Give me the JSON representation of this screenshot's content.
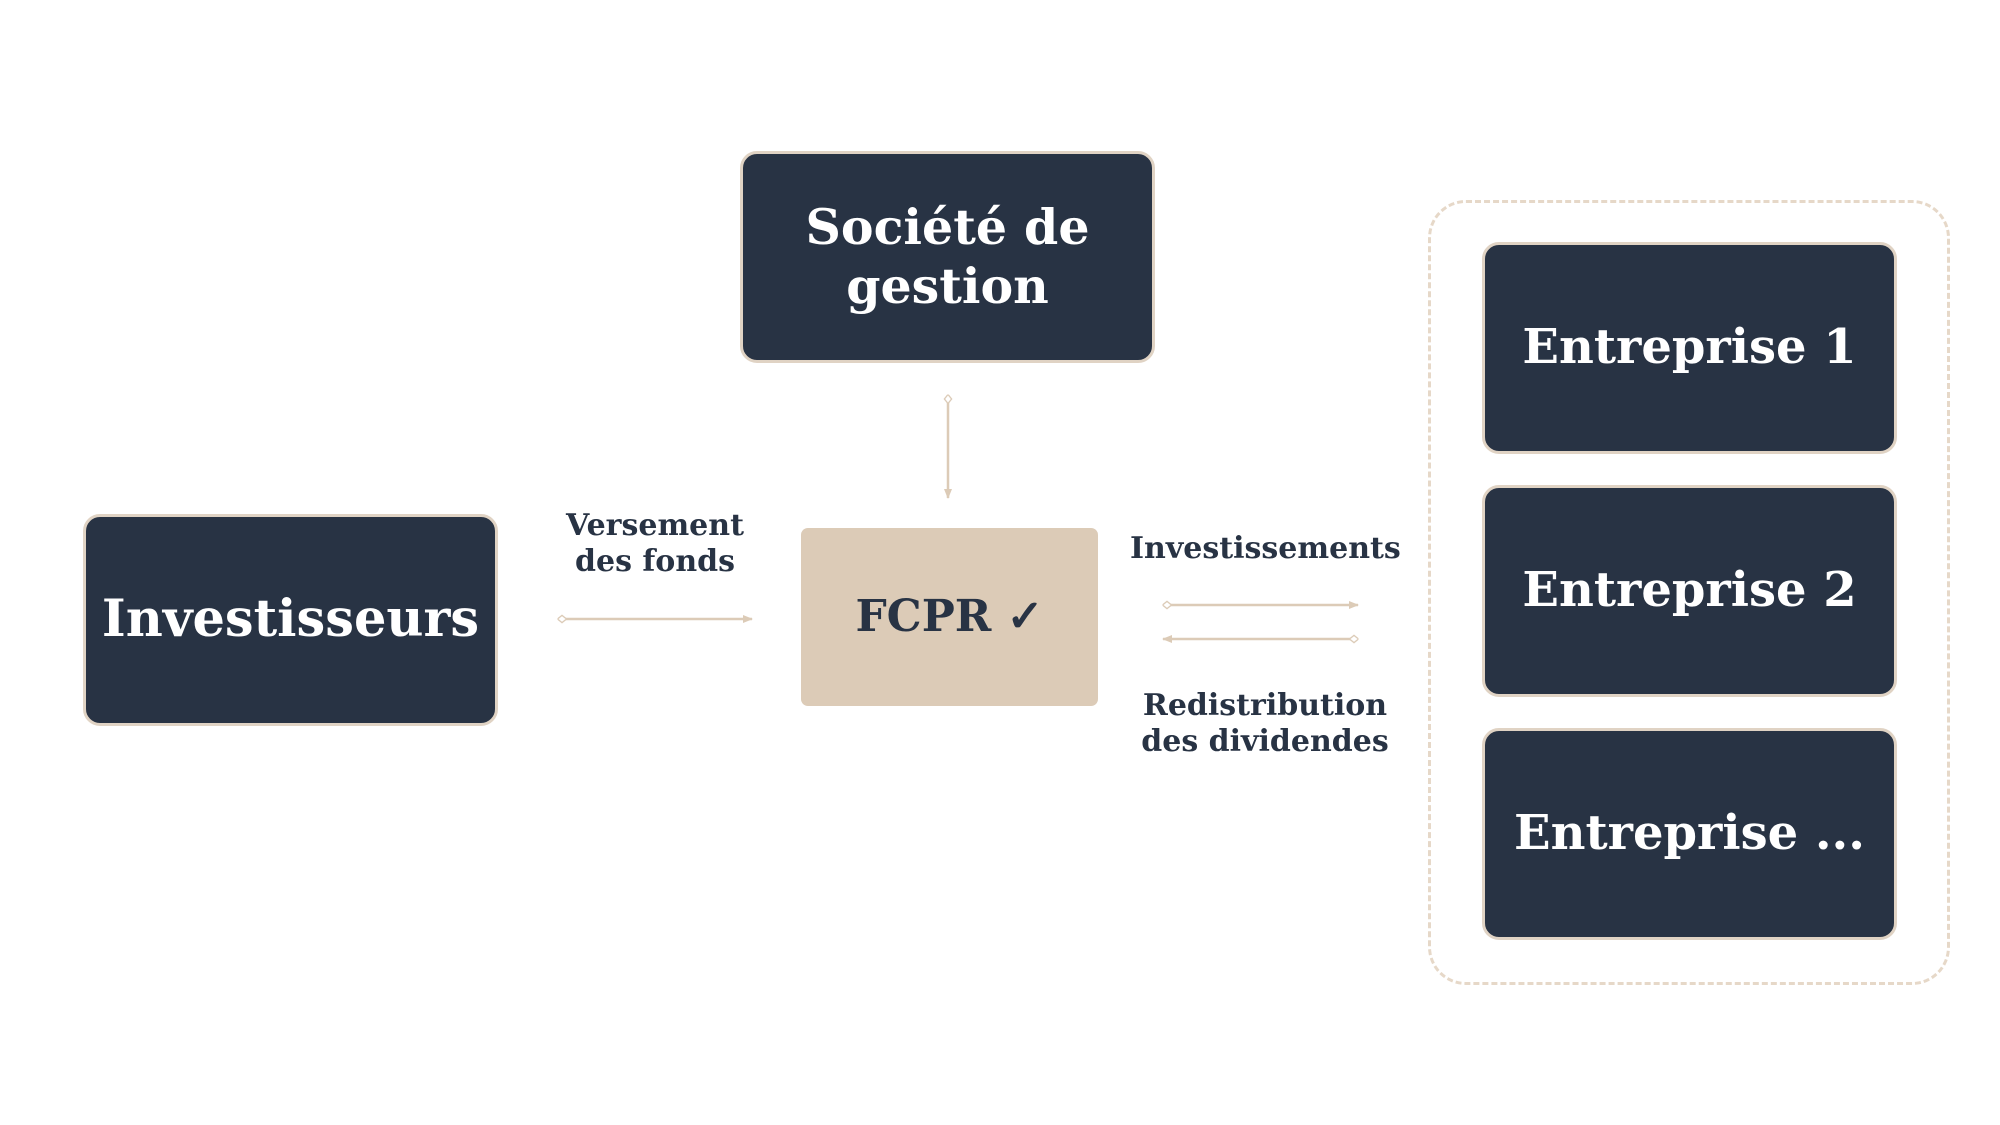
{
  "nodes": {
    "societe": "Société de\ngestion",
    "investisseurs": "Investisseurs",
    "fcpr": "FCPR ✓",
    "entreprise_1": "Entreprise 1",
    "entreprise_2": "Entreprise 2",
    "entreprise_3": "Entreprise ..."
  },
  "edges": {
    "versement": "Versement\ndes fonds",
    "investissements": "Investissements",
    "redistribution": "Redistribution\ndes dividendes"
  },
  "colors": {
    "node_dark": "#283344",
    "node_light": "#dccbb7",
    "accent": "#dccbb7"
  }
}
